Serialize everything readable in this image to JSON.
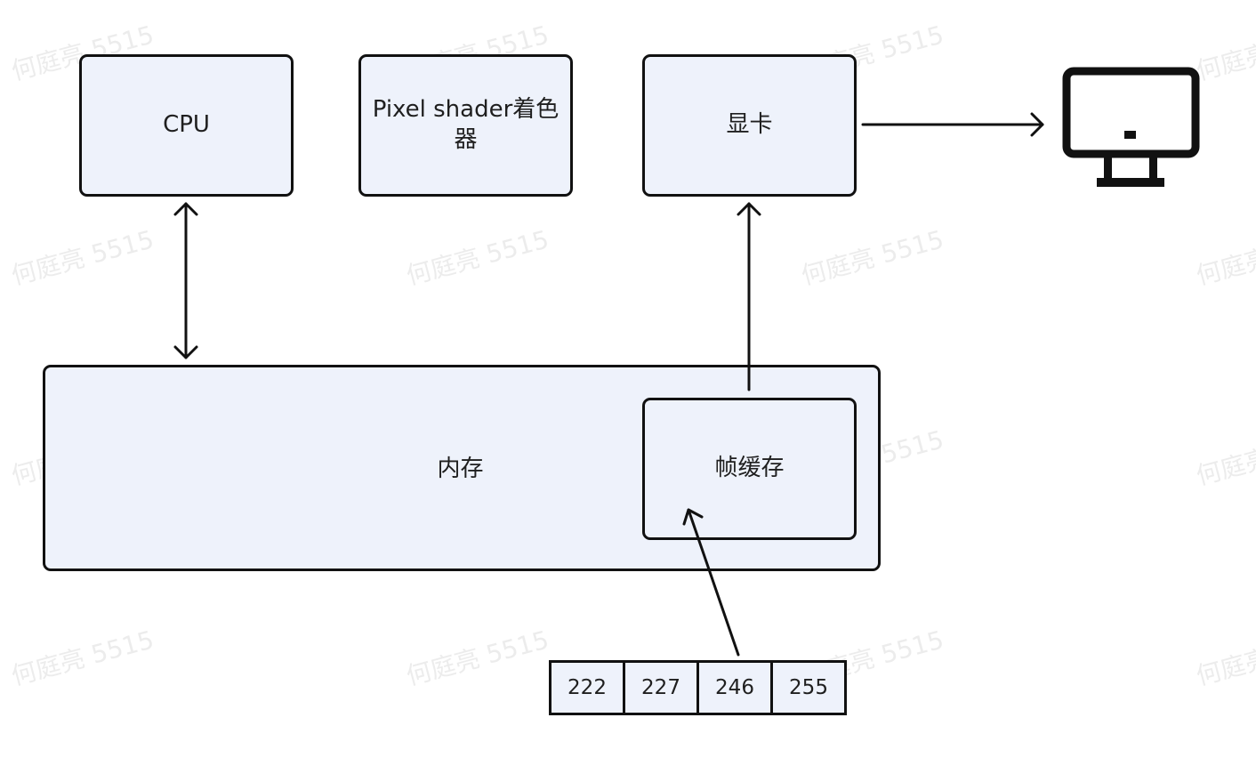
{
  "nodes": {
    "cpu": "CPU",
    "shader": "Pixel shader着色器",
    "gpu": "显卡",
    "memory": "内存",
    "framebuffer": "帧缓存"
  },
  "pixel_values": [
    "222",
    "227",
    "246",
    "255"
  ],
  "watermark": "何庭亮 5515",
  "icons": {
    "display": "monitor-icon"
  },
  "colors": {
    "box_fill": "#eef2fb",
    "stroke": "#111111"
  }
}
